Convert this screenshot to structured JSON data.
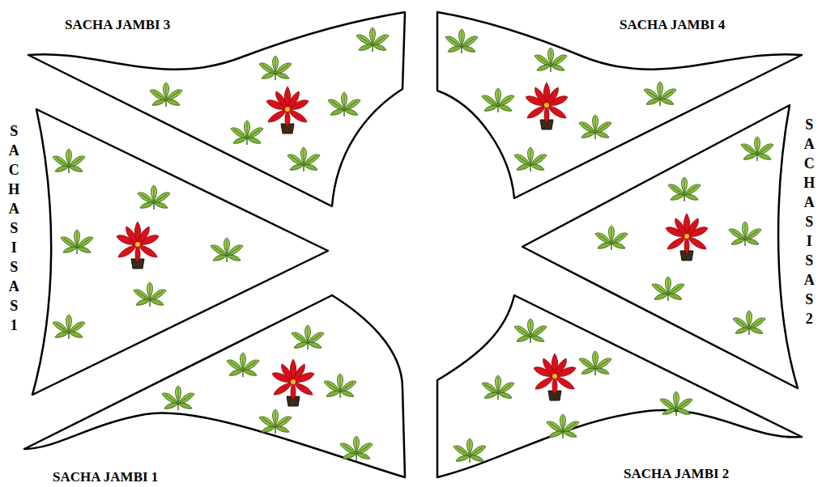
{
  "diagram": {
    "labels": [
      "SACHA JAMBI 3",
      "SACHA JAMBI 4",
      "SACHA SISAS 1",
      "SACHA SISAS 2",
      "SACHA JAMBI 1",
      "SACHA JAMBI 2"
    ]
  }
}
